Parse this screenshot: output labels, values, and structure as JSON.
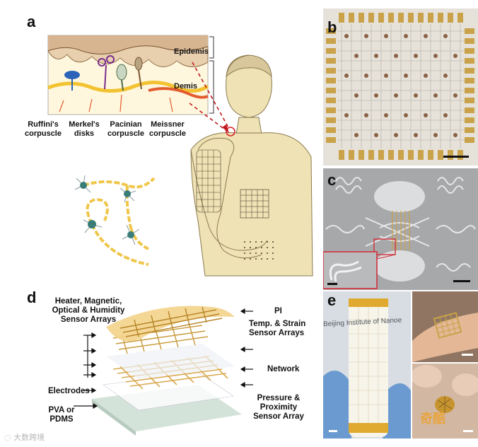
{
  "panels": {
    "a": {
      "letter": "a",
      "layers": {
        "epidermis": "Epidemis",
        "dermis": "Demis"
      },
      "receptors": [
        {
          "line1": "Ruffini's",
          "line2": "corpuscle"
        },
        {
          "line1": "Merkel's",
          "line2": "disks"
        },
        {
          "line1": "Pacinian",
          "line2": "corpuscle"
        },
        {
          "line1": "Meissner",
          "line2": "corpuscle"
        }
      ]
    },
    "b": {
      "letter": "b"
    },
    "c": {
      "letter": "c"
    },
    "d": {
      "letter": "d",
      "left_labels": {
        "heater": [
          "Heater, Magnetic,",
          "Optical & Humidity",
          "Sensor Arrays"
        ],
        "electrodes": "Electrodes",
        "pva": [
          "PVA or",
          "PDMS"
        ]
      },
      "right_labels": {
        "pi": "PI",
        "temp": [
          "Temp. & Strain",
          "Sensor Arrays"
        ],
        "network": "Network",
        "pressure": [
          "Pressure &",
          "Proximity",
          "Sensor Array"
        ]
      }
    },
    "e": {
      "letter": "e",
      "photo_text": "Beijing Institute of Nanoe"
    }
  },
  "watermarks": {
    "left": "大数跨境",
    "right": "奇酷"
  },
  "colors": {
    "gold": "#c9a24a",
    "skin": "#efe2b4",
    "dermis": "#f3d98b",
    "epidermis": "#d9b897"
  }
}
